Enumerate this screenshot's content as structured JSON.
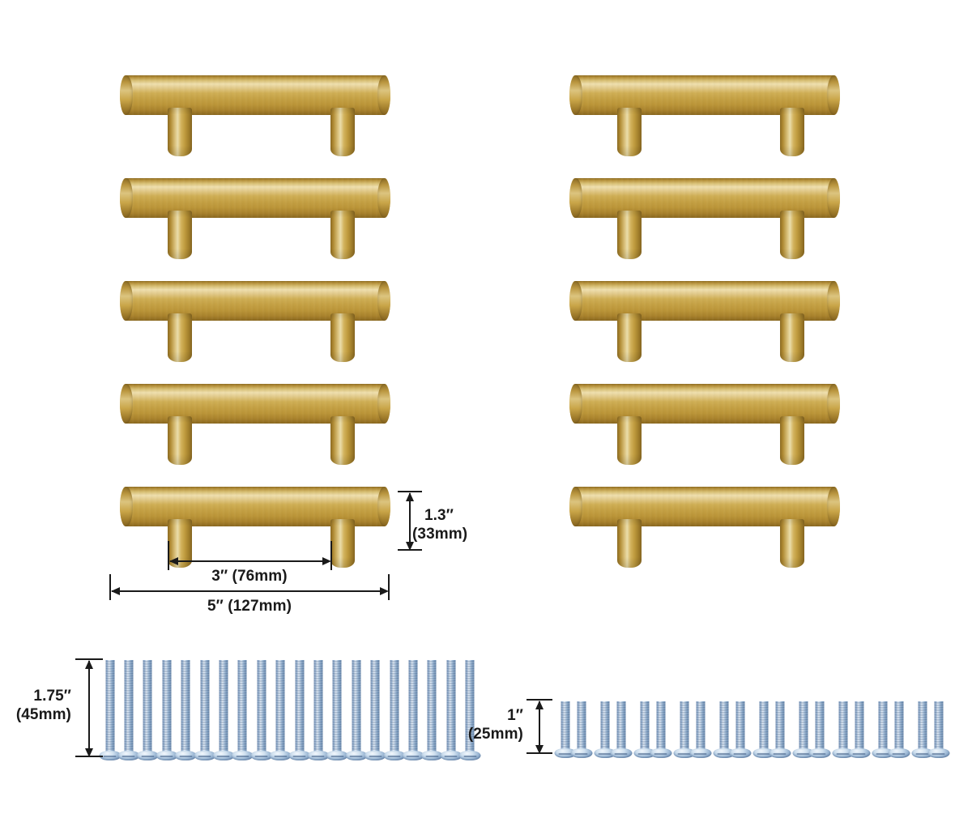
{
  "product": {
    "handle_count": 10,
    "columns": 2,
    "rows": 5,
    "finish_color": "#c9a43c"
  },
  "dimensions": {
    "center_to_center": {
      "label_inch": "3″",
      "label_mm": "(76mm)",
      "text": "3″  (76mm)"
    },
    "overall_length": {
      "label_inch": "5″",
      "label_mm": "(127mm)",
      "text": "5″  (127mm)"
    },
    "projection_height": {
      "label_inch": "1.3″",
      "label_mm": "(33mm)"
    },
    "long_screw": {
      "label_inch": "1.75″",
      "label_mm": "(45mm)"
    },
    "short_screw": {
      "label_inch": "1″",
      "label_mm": "(25mm)"
    }
  },
  "screws": {
    "long": {
      "count": 20,
      "length_label": "1.75″ (45mm)",
      "color": "#9db9d6"
    },
    "short": {
      "count": 20,
      "length_label": "1″ (25mm)",
      "color": "#9db9d6"
    }
  }
}
